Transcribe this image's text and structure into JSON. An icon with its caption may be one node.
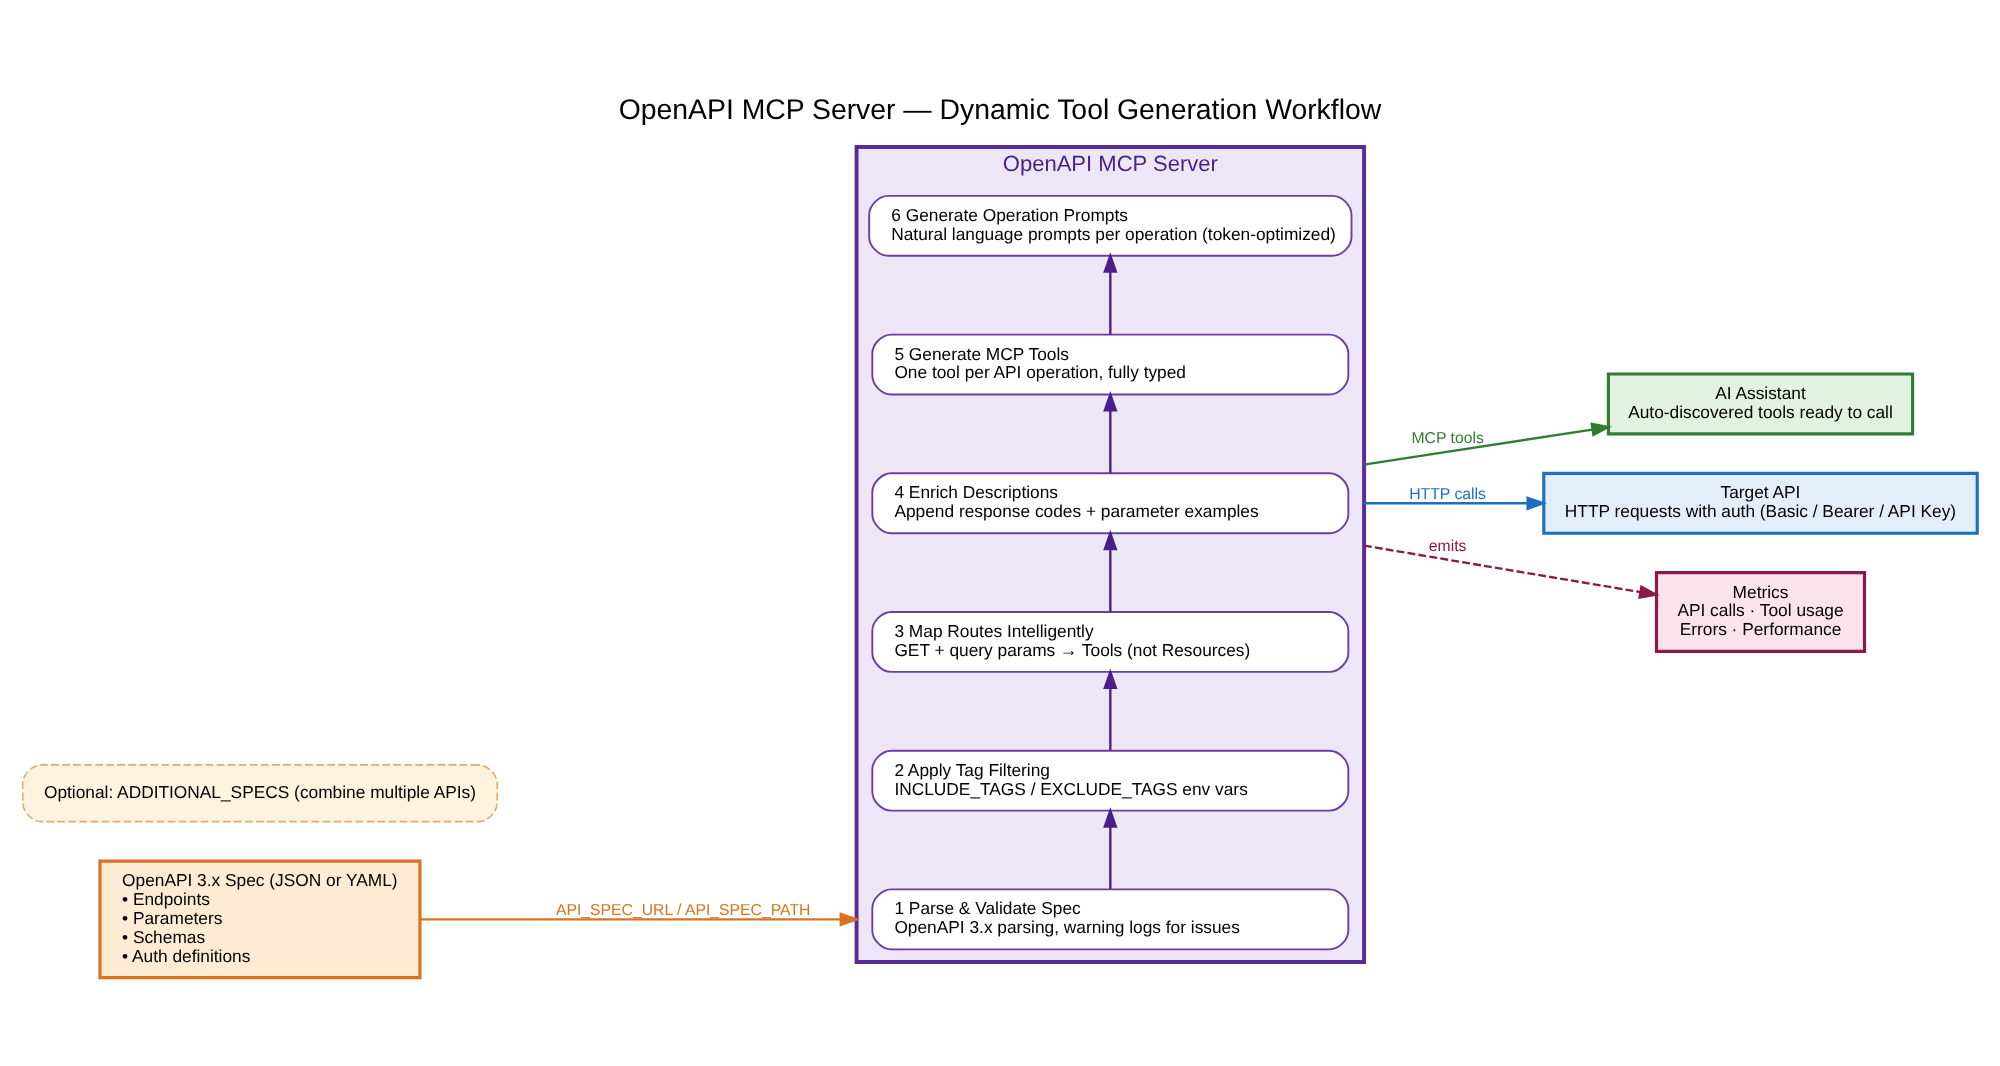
{
  "diagram": {
    "title": "OpenAPI MCP Server — Dynamic Tool Generation Workflow",
    "nodes": [
      {
        "text": [
          "OpenAPI 3.x Spec (JSON or YAML)",
          "• Endpoints",
          "• Parameters",
          "• Schemas",
          "• Auth definitions"
        ]
      },
      {
        "text": [
          "Optional: ADDITIONAL_SPECS (combine multiple APIs)"
        ]
      },
      {
        "text": [
          "OpenAPI MCP Server"
        ]
      },
      {
        "text": [
          "1 Parse & Validate Spec",
          "OpenAPI 3.x parsing, warning logs for issues"
        ],
        "in": 2
      },
      {
        "text": [
          "2 Apply Tag Filtering",
          "INCLUDE_TAGS / EXCLUDE_TAGS env vars"
        ],
        "in": 2
      },
      {
        "text": [
          "3 Map Routes Intelligently",
          "GET + query params → Tools (not Resources)"
        ],
        "in": 2
      },
      {
        "text": [
          "4 Enrich Descriptions",
          "Append response codes + parameter examples"
        ],
        "in": 2
      },
      {
        "text": [
          "5 Generate MCP Tools",
          "One tool per API operation, fully typed"
        ],
        "in": 2
      },
      {
        "text": [
          "6 Generate Operation Prompts",
          "Natural language prompts per operation (token-optimized)"
        ],
        "in": 2
      },
      {
        "text": [
          "AI Assistant",
          "Auto-discovered tools ready to call"
        ]
      },
      {
        "text": [
          "Target API",
          "HTTP requests with auth (Basic / Bearer / API Key)"
        ]
      },
      {
        "text": [
          "Metrics",
          "API calls · Tool usage",
          "Errors · Performance"
        ]
      }
    ],
    "edges": [
      {
        "from": 0,
        "to": 2,
        "arrow": "to",
        "label": "API_SPEC_URL / API_SPEC_PATH",
        "color": "#d9731f"
      },
      {
        "from": 3,
        "to": 4,
        "arrow": "to"
      },
      {
        "from": 4,
        "to": 5,
        "arrow": "to"
      },
      {
        "from": 5,
        "to": 6,
        "arrow": "to"
      },
      {
        "from": 6,
        "to": 7,
        "arrow": "to"
      },
      {
        "from": 7,
        "to": 8,
        "arrow": "to"
      },
      {
        "from": 2,
        "to": 9,
        "arrow": "to",
        "label": "MCP tools",
        "color": "#2e7d32"
      },
      {
        "from": 2,
        "to": 10,
        "arrow": "to",
        "label": "HTTP calls",
        "color": "#1f6fbf"
      },
      {
        "from": 2,
        "to": 11,
        "arrow": "to",
        "label": "emits",
        "style": "dashed",
        "color": "#8b1a4a"
      }
    ]
  }
}
